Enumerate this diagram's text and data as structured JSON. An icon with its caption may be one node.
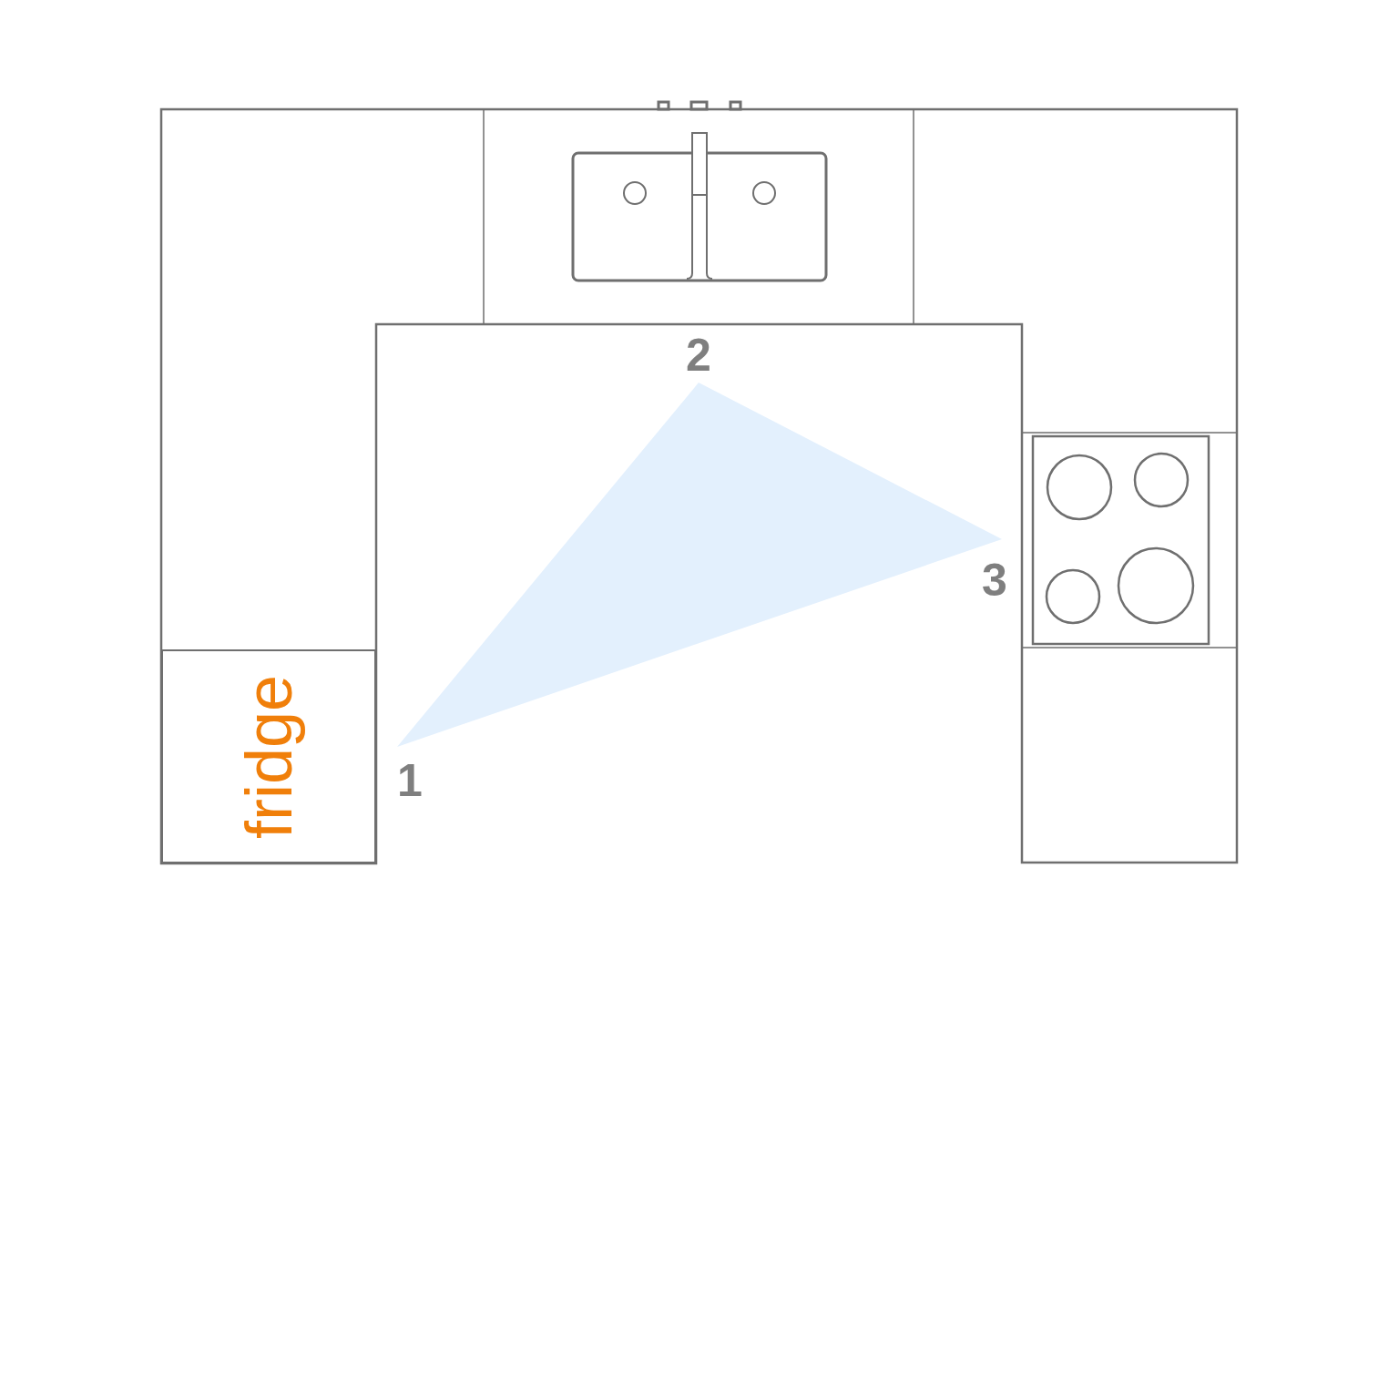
{
  "diagram": {
    "nodes": [
      {
        "text": [
          "fridge"
        ]
      }
    ],
    "labels": [
      "2",
      "3",
      "1"
    ]
  }
}
